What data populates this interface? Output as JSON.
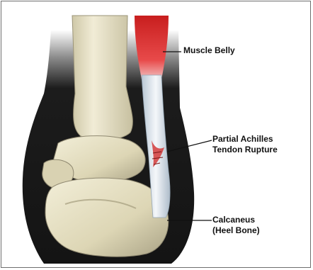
{
  "labels": {
    "muscle_belly": "Muscle Belly",
    "partial_rupture_line1": "Partial Achilles",
    "partial_rupture_line2": "Tendon Rupture",
    "calcaneus_line1": "Calcaneus",
    "calcaneus_line2": "(Heel Bone)"
  },
  "colors": {
    "muscle": "#d42a2a",
    "tendon": "#e6eef5",
    "bone": "#e7e1c3",
    "skin_silhouette": "#1a1a1a",
    "frame_border": "#6e6e6e",
    "leader_line": "#111111"
  }
}
